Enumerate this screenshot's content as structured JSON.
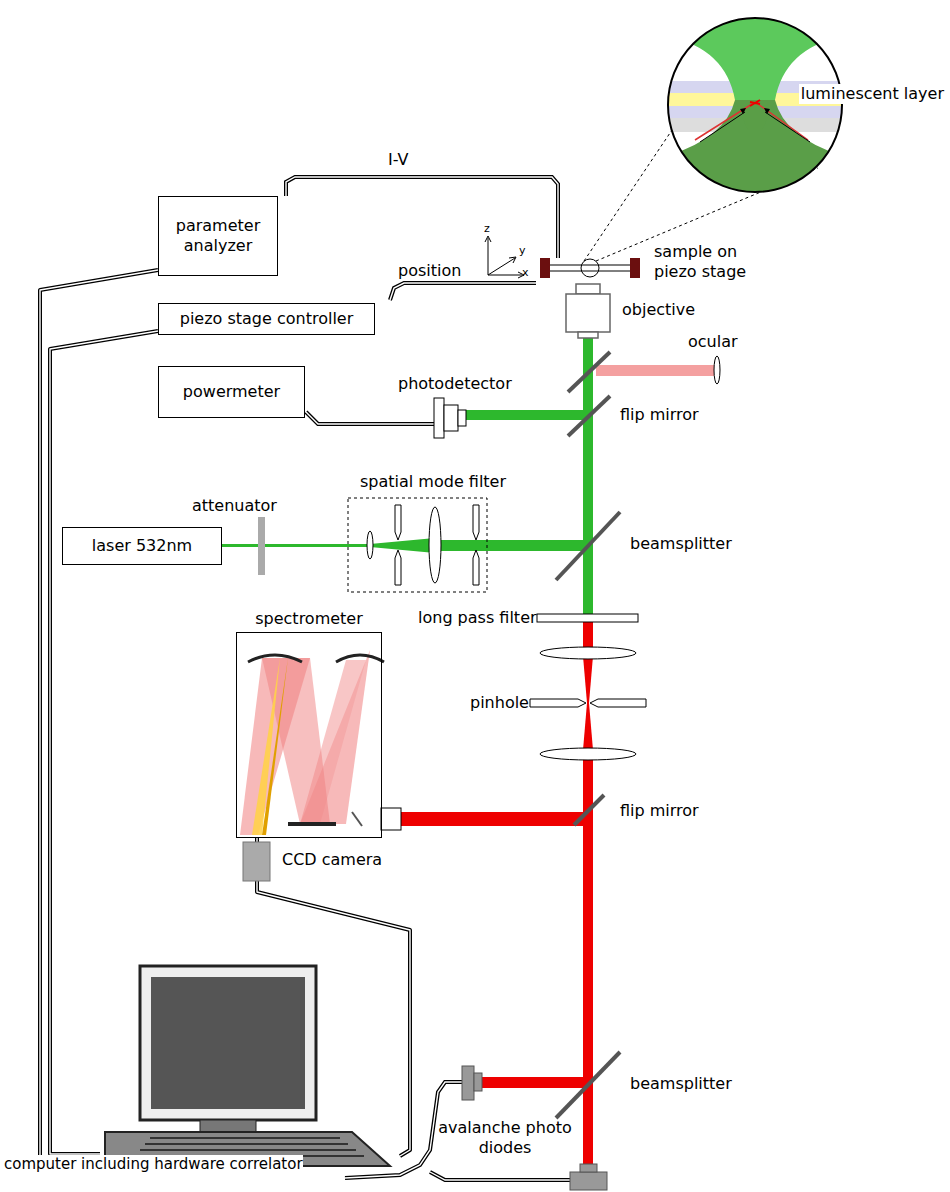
{
  "diagram": {
    "nodes": [
      {
        "text": [
          "parameter analyzer"
        ]
      },
      {
        "text": [
          "piezo stage controller"
        ]
      },
      {
        "text": [
          "powermeter"
        ]
      },
      {
        "text": [
          "laser 532nm"
        ]
      },
      {
        "text": [
          "spectrometer"
        ]
      },
      {
        "text": [
          "computer including hardware correlator"
        ]
      }
    ],
    "edges": [
      {
        "from": 0,
        "to": 5,
        "arrow": "none"
      },
      {
        "from": 1,
        "to": 5,
        "arrow": "none"
      },
      {
        "from": 4,
        "to": 5,
        "arrow": "none"
      }
    ],
    "labels": [
      "I-V",
      "position",
      "z",
      "y",
      "x",
      "sample on piezo stage",
      "objective",
      "ocular",
      "photodetector",
      "flip mirror",
      "attenuator",
      "spatial mode filter",
      "beamsplitter",
      "long pass filter",
      "pinhole",
      "flip mirror",
      "CCD camera",
      "beamsplitter",
      "avalanche photo diodes",
      "luminescent layer"
    ]
  }
}
